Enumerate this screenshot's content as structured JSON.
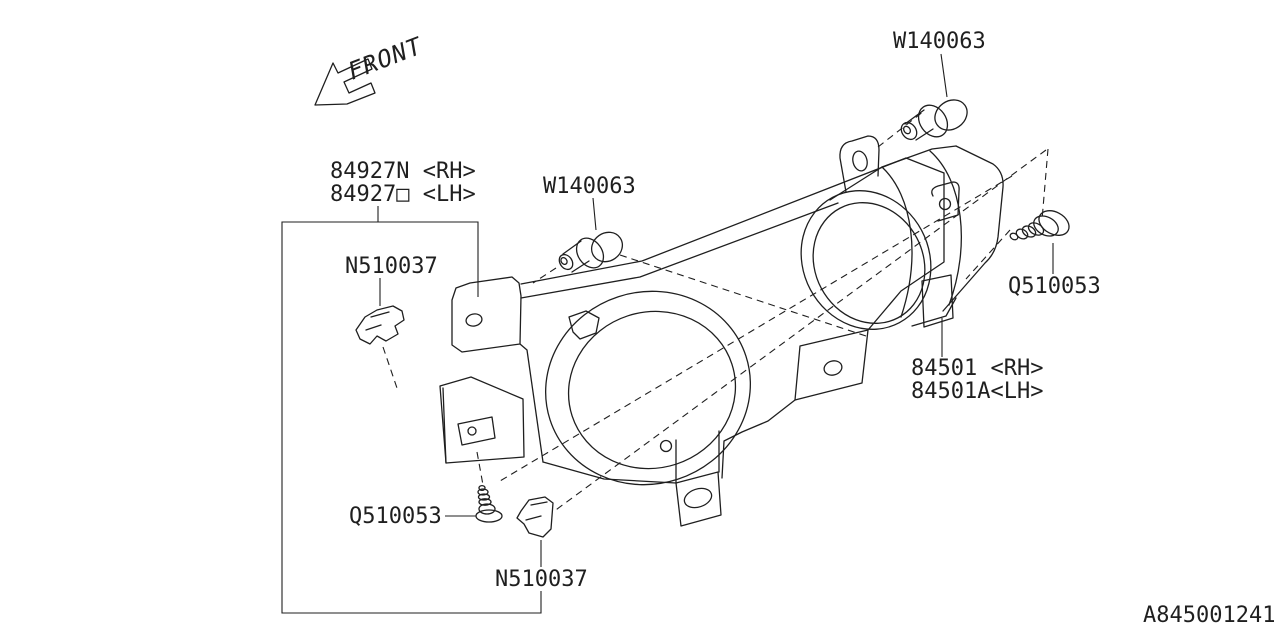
{
  "page": {
    "background": "#ffffff",
    "line_color": "#1f1f1f",
    "front_label": "FRONT",
    "diagram_id": "A845001241"
  },
  "part_labels": {
    "clip_w_top": "W140063",
    "clip_w_mid": "W140063",
    "bracket_rh": "84927N <RH>",
    "bracket_lh": "84927□ <LH>",
    "nut_top": "N510037",
    "nut_bottom": "N510037",
    "screw_left": "Q510053",
    "screw_right": "Q510053",
    "lamp_rh": "84501 <RH>",
    "lamp_lh": "84501A<LH>"
  }
}
